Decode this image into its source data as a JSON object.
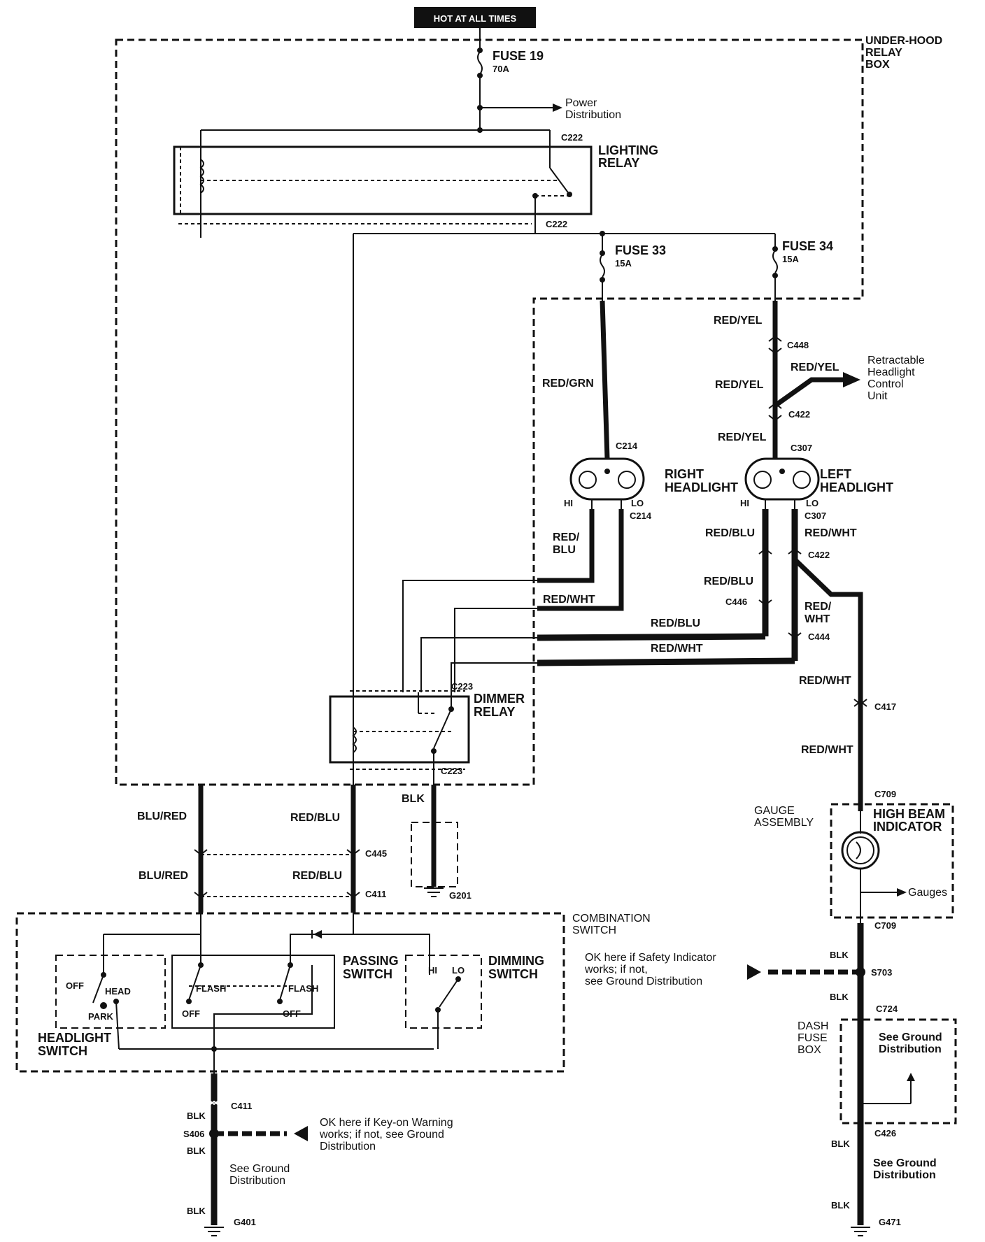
{
  "header": {
    "hot_label": "HOT AT ALL TIMES"
  },
  "under_hood_box": {
    "line1": "UNDER-HOOD",
    "line2": "RELAY",
    "line3": "BOX"
  },
  "fuse19": {
    "name": "FUSE 19",
    "rating": "70A"
  },
  "power_dist": {
    "line1": "Power",
    "line2": "Distribution"
  },
  "lighting_relay": {
    "line1": "LIGHTING",
    "line2": "RELAY",
    "connector": "C222"
  },
  "fuse33": {
    "name": "FUSE 33",
    "rating": "15A"
  },
  "fuse34": {
    "name": "FUSE 34",
    "rating": "15A"
  },
  "wires": {
    "red_yel": "RED/YEL",
    "red_grn": "RED/GRN",
    "red_blu": "RED/BLU",
    "red_wht": "RED/WHT",
    "red_slash": "RED/",
    "blu": "BLU",
    "wht": "WHT",
    "blu_red": "BLU/RED",
    "blk": "BLK"
  },
  "connectors": {
    "c448": "C448",
    "c422": "C422",
    "c307": "C307",
    "c214": "C214",
    "c446": "C446",
    "c444": "C444",
    "c417": "C417",
    "c709": "C709",
    "c223": "C223",
    "c445": "C445",
    "c411": "C411",
    "c724": "C724",
    "c426": "C426",
    "s703": "S703",
    "s406": "S406",
    "g201": "G201",
    "g401": "G401",
    "g471": "G471"
  },
  "retractable": {
    "line1": "Retractable",
    "line2": "Headlight",
    "line3": "Control",
    "line4": "Unit"
  },
  "right_headlight": {
    "line1": "RIGHT",
    "line2": "HEADLIGHT",
    "hi": "HI",
    "lo": "LO"
  },
  "left_headlight": {
    "line1": "LEFT",
    "line2": "HEADLIGHT",
    "hi": "HI",
    "lo": "LO"
  },
  "dimmer_relay": {
    "line1": "DIMMER",
    "line2": "RELAY"
  },
  "gauge": {
    "line1": "GAUGE",
    "line2": "ASSEMBLY",
    "hb1": "HIGH BEAM",
    "hb2": "INDICATOR",
    "gauges": "Gauges"
  },
  "combination_switch": {
    "line1": "COMBINATION",
    "line2": "SWITCH"
  },
  "headlight_switch": {
    "line1": "HEADLIGHT",
    "line2": "SWITCH",
    "off": "OFF",
    "head": "HEAD",
    "park": "PARK"
  },
  "passing_switch": {
    "line1": "PASSING",
    "line2": "SWITCH",
    "flash": "FLASH",
    "off": "OFF"
  },
  "dimming_switch": {
    "line1": "DIMMING",
    "line2": "SWITCH",
    "hi": "HI",
    "lo": "LO"
  },
  "note_safety": {
    "line1": "OK here if Safety Indicator",
    "line2": "works; if not,",
    "line3": "see Ground Distribution"
  },
  "note_keyon": {
    "line1": "OK here if Key-on Warning",
    "line2": "works; if not, see Ground",
    "line3": "Distribution"
  },
  "dash_fuse_box": {
    "line1": "DASH",
    "line2": "FUSE",
    "line3": "BOX"
  },
  "see_ground": {
    "line1": "See Ground",
    "line2": "Distribution"
  }
}
